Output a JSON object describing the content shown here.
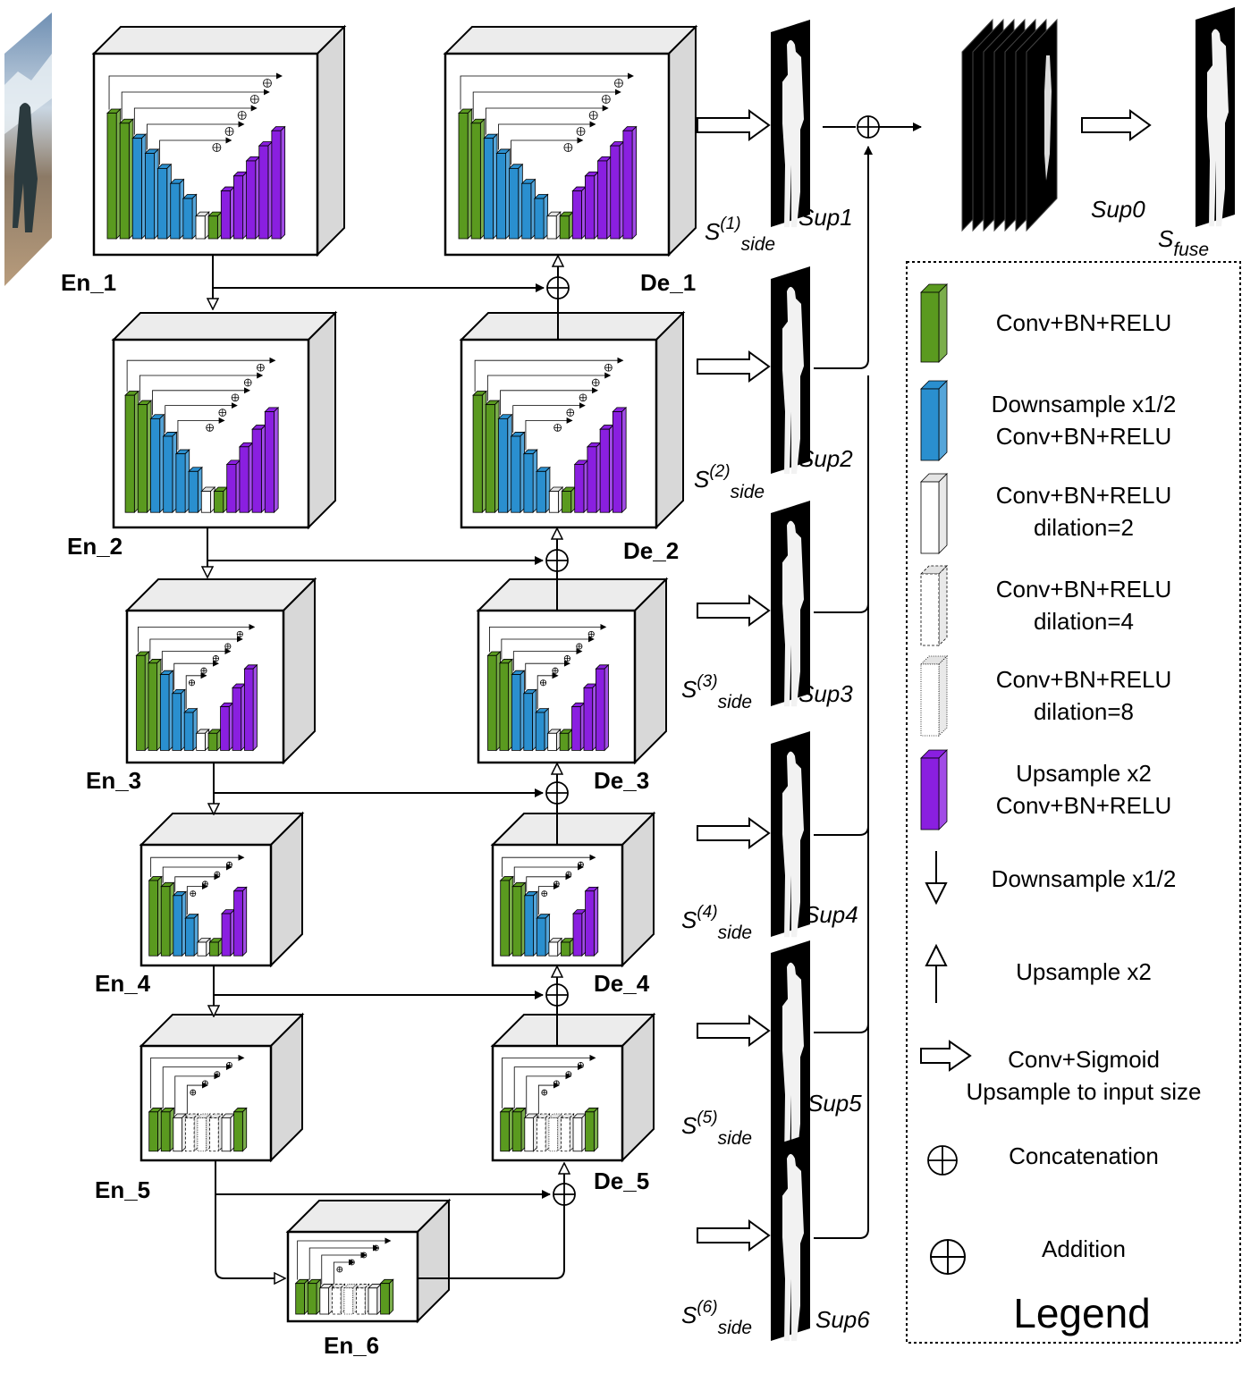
{
  "encoders": [
    {
      "label": "En_1",
      "kind": "deep4"
    },
    {
      "label": "En_2",
      "kind": "deep3"
    },
    {
      "label": "En_3",
      "kind": "deep2"
    },
    {
      "label": "En_4",
      "kind": "deep1"
    },
    {
      "label": "En_5",
      "kind": "dilated"
    },
    {
      "label": "En_6",
      "kind": "dilated"
    }
  ],
  "decoders": [
    {
      "label": "De_1",
      "kind": "deep4"
    },
    {
      "label": "De_2",
      "kind": "deep3"
    },
    {
      "label": "De_3",
      "kind": "deep2"
    },
    {
      "label": "De_4",
      "kind": "deep1"
    },
    {
      "label": "De_5",
      "kind": "dilated"
    }
  ],
  "side_outputs": [
    {
      "sup": "Sup1",
      "s_base": "S",
      "s_index": "(1)",
      "s_sub": "side"
    },
    {
      "sup": "Sup2",
      "s_base": "S",
      "s_index": "(2)",
      "s_sub": "side"
    },
    {
      "sup": "Sup3",
      "s_base": "S",
      "s_index": "(3)",
      "s_sub": "side"
    },
    {
      "sup": "Sup4",
      "s_base": "S",
      "s_index": "(4)",
      "s_sub": "side"
    },
    {
      "sup": "Sup5",
      "s_base": "S",
      "s_index": "(5)",
      "s_sub": "side"
    },
    {
      "sup": "Sup6",
      "s_base": "S",
      "s_index": "(6)",
      "s_sub": "side"
    }
  ],
  "fused": {
    "sup": "Sup0",
    "s_base": "S",
    "s_sub": "fuse"
  },
  "legend": {
    "title": "Legend",
    "items": [
      {
        "icon": "green-block-icon",
        "lines": [
          "Conv+BN+RELU"
        ]
      },
      {
        "icon": "blue-block-icon",
        "lines": [
          "Downsample x1/2",
          "Conv+BN+RELU"
        ]
      },
      {
        "icon": "white-block-icon",
        "lines": [
          "Conv+BN+RELU",
          "dilation=2"
        ]
      },
      {
        "icon": "dashed-block-icon",
        "lines": [
          "Conv+BN+RELU",
          "dilation=4"
        ]
      },
      {
        "icon": "dotted-block-icon",
        "lines": [
          "Conv+BN+RELU",
          "dilation=8"
        ]
      },
      {
        "icon": "purple-block-icon",
        "lines": [
          "Upsample x2",
          "Conv+BN+RELU"
        ]
      },
      {
        "icon": "down-arrow-icon",
        "lines": [
          "Downsample x1/2"
        ]
      },
      {
        "icon": "up-arrow-icon",
        "lines": [
          "Upsample x2"
        ]
      },
      {
        "icon": "hollow-right-arrow-icon",
        "lines": [
          "Conv+Sigmoid",
          "Upsample to input size"
        ]
      },
      {
        "icon": "circle-plus-icon",
        "lines": [
          "Concatenation"
        ]
      },
      {
        "icon": "circle-cross-icon",
        "lines": [
          "Addition"
        ]
      }
    ]
  },
  "colors": {
    "conv": "#5a9a1f",
    "down": "#2a8fcf",
    "up": "#8a1fe0",
    "dilated": "#ffffff",
    "box_side": "#d8d8d8",
    "box_top": "#ececec",
    "stroke": "#000000",
    "mask": "#000000",
    "silhouette": "#f2f2f2"
  }
}
